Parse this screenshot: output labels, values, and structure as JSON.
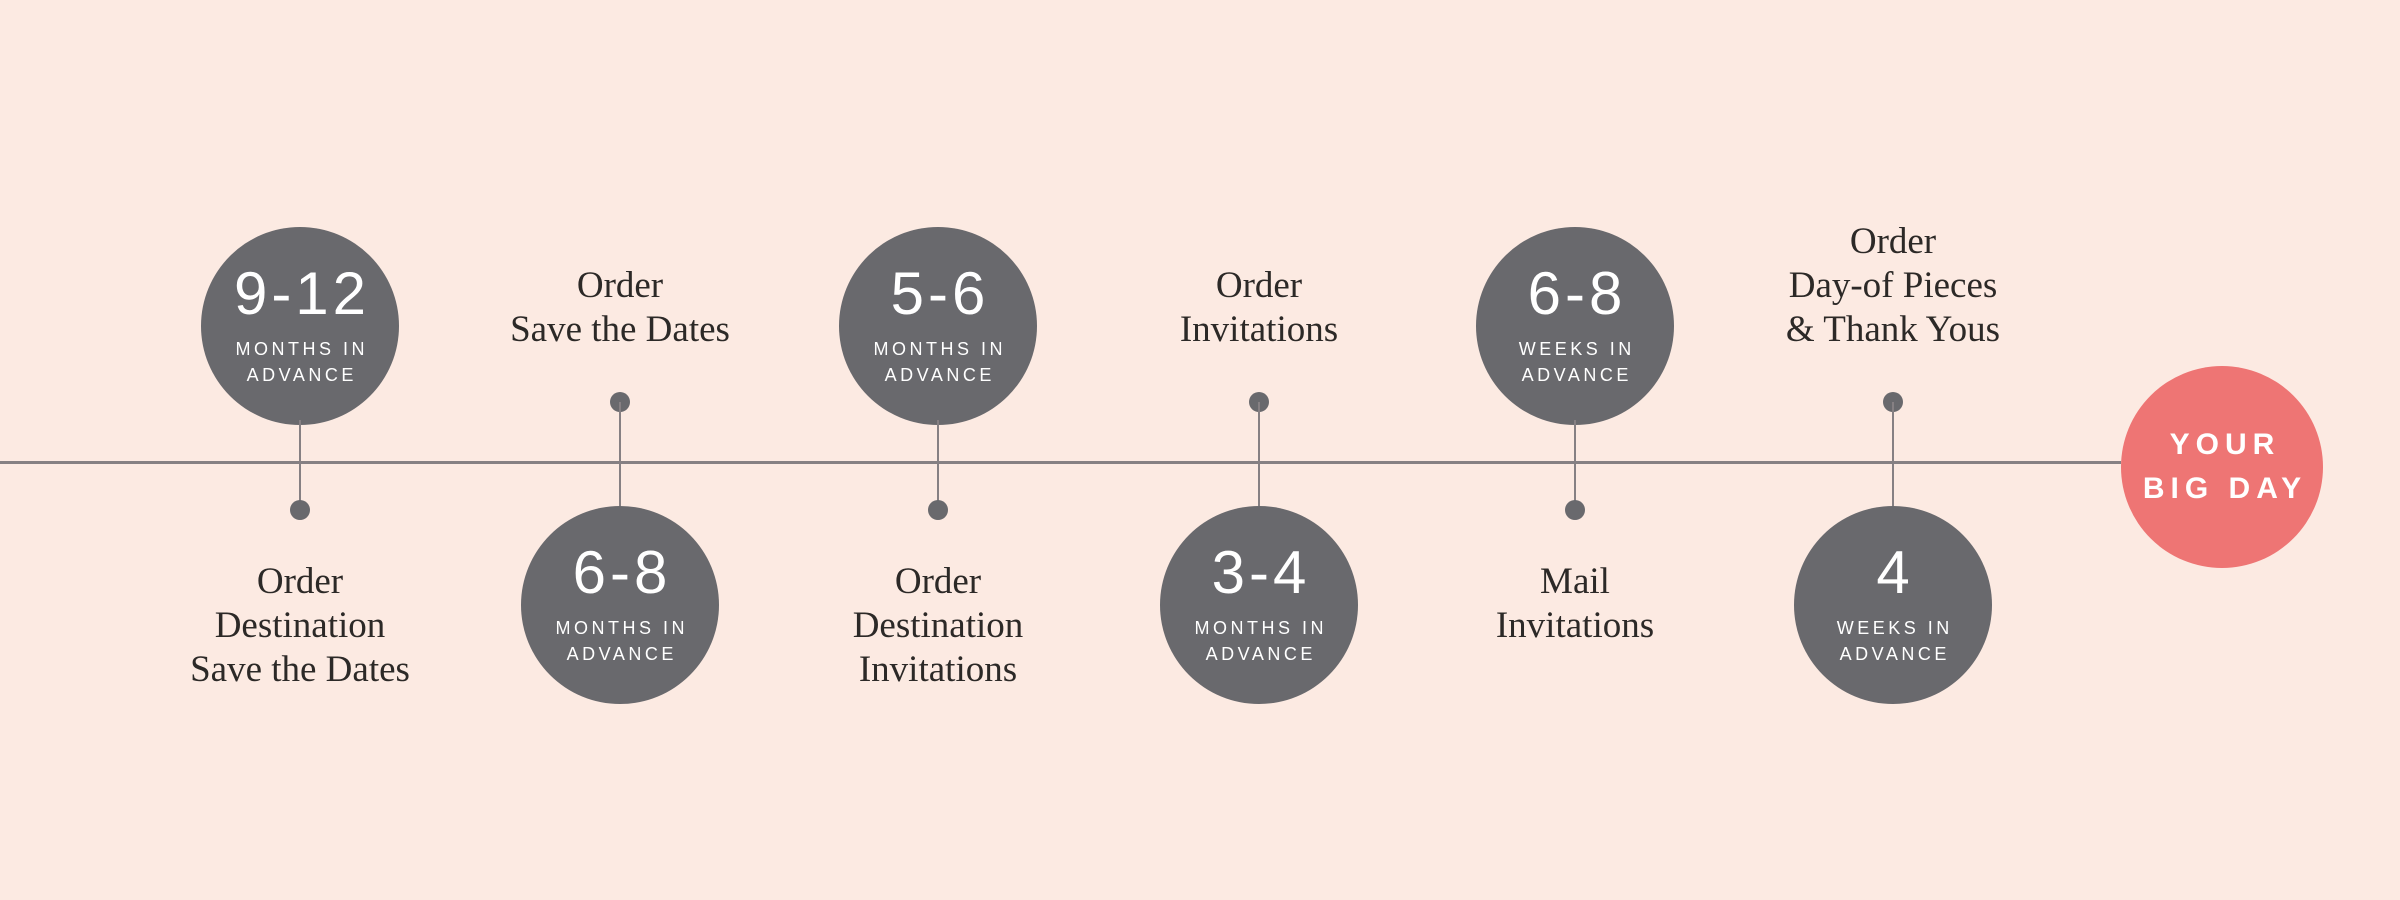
{
  "theme": {
    "background": "#fceae2",
    "line_color": "#868083",
    "node_color": "#69696d",
    "accent_color": "#ee7574",
    "text_color": "#2c2927",
    "badge_text_color": "#ffffff"
  },
  "timeline": {
    "items": [
      {
        "badge_value": "9-12",
        "badge_caption": [
          "MONTHS IN",
          "ADVANCE"
        ],
        "badge_side": "above",
        "label_lines": [
          "Order",
          "Destination",
          "Save the Dates"
        ]
      },
      {
        "badge_value": "6-8",
        "badge_caption": [
          "MONTHS IN",
          "ADVANCE"
        ],
        "badge_side": "below",
        "label_lines": [
          "Order",
          "Save the Dates"
        ]
      },
      {
        "badge_value": "5-6",
        "badge_caption": [
          "MONTHS IN",
          "ADVANCE"
        ],
        "badge_side": "above",
        "label_lines": [
          "Order",
          "Destination",
          "Invitations"
        ]
      },
      {
        "badge_value": "3-4",
        "badge_caption": [
          "MONTHS IN",
          "ADVANCE"
        ],
        "badge_side": "below",
        "label_lines": [
          "Order",
          "Invitations"
        ]
      },
      {
        "badge_value": "6-8",
        "badge_caption": [
          "WEEKS IN",
          "ADVANCE"
        ],
        "badge_side": "above",
        "label_lines": [
          "Mail",
          "Invitations"
        ]
      },
      {
        "badge_value": "4",
        "badge_caption": [
          "WEEKS IN",
          "ADVANCE"
        ],
        "badge_side": "below",
        "label_lines": [
          "Order",
          "Day-of Pieces",
          "& Thank Yous"
        ]
      }
    ],
    "terminal": {
      "lines": [
        "YOUR",
        "BIG DAY"
      ]
    }
  }
}
